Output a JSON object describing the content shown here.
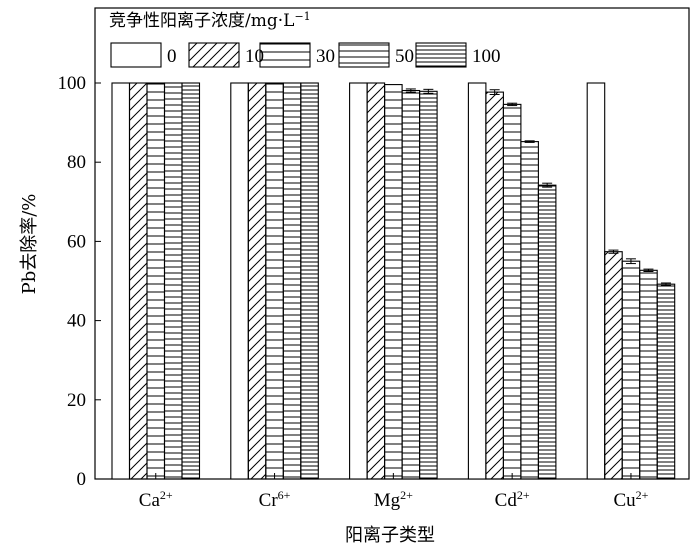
{
  "chart_data": {
    "type": "bar",
    "ylabel": "Pb去除率/%",
    "xlabel": "阳离子类型",
    "ylim": [
      0,
      100
    ],
    "yticks": [
      0,
      20,
      40,
      60,
      80,
      100
    ],
    "categories": [
      {
        "base": "Ca",
        "sup": "2+"
      },
      {
        "base": "Cr",
        "sup": "6+"
      },
      {
        "base": "Mg",
        "sup": "2+"
      },
      {
        "base": "Cd",
        "sup": "2+"
      },
      {
        "base": "Cu",
        "sup": "2+"
      }
    ],
    "legend": {
      "title": "竞争性阳离子浓度/mg·L",
      "title_sup": "−1",
      "position": "top-left"
    },
    "series": [
      {
        "name": "0",
        "pattern": "empty",
        "values": [
          100,
          100,
          100,
          100,
          100
        ],
        "errors": [
          0,
          0,
          0,
          0,
          0
        ]
      },
      {
        "name": "10",
        "pattern": "diagonal",
        "values": [
          100,
          100,
          100,
          97.7,
          57.4
        ],
        "errors": [
          0,
          0,
          0,
          0.6,
          0.4
        ]
      },
      {
        "name": "30",
        "pattern": "horizontal-wide",
        "values": [
          100,
          100,
          99.6,
          94.6,
          55.0
        ],
        "errors": [
          0,
          0,
          0,
          0.3,
          0.6
        ]
      },
      {
        "name": "50",
        "pattern": "horizontal-mid",
        "values": [
          100,
          100,
          98.1,
          85.2,
          52.7
        ],
        "errors": [
          0,
          0,
          0.4,
          0.2,
          0.3
        ]
      },
      {
        "name": "100",
        "pattern": "horizontal-dense",
        "values": [
          100,
          100,
          97.9,
          74.2,
          49.2
        ],
        "errors": [
          0,
          0,
          0.5,
          0.5,
          0.3
        ]
      }
    ]
  }
}
